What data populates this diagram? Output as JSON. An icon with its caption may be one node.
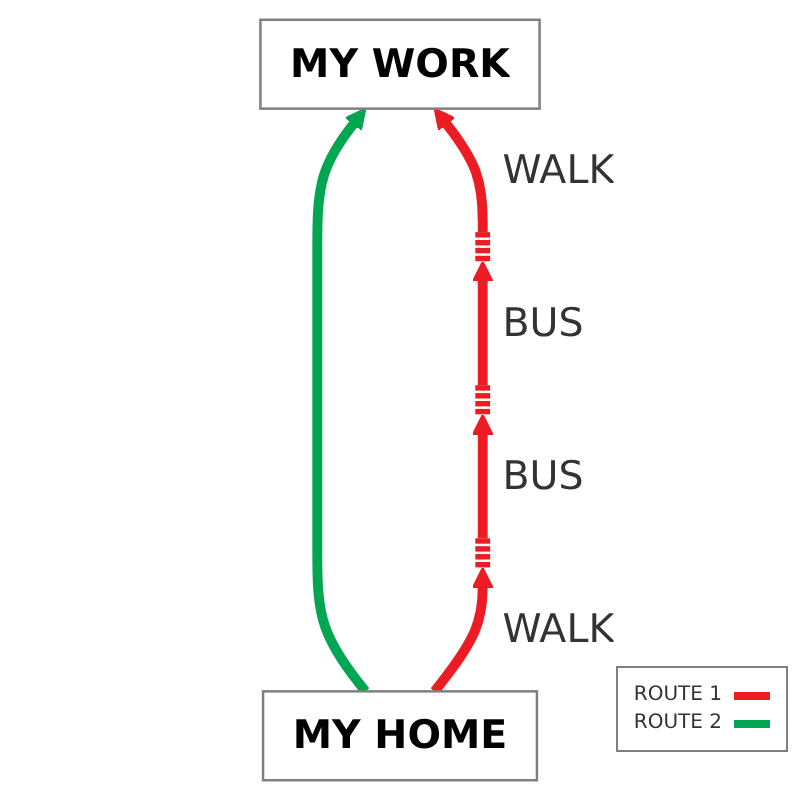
{
  "diagram": {
    "nodes": [
      {
        "text": [
          "MY WORK"
        ]
      },
      {
        "text": [],
        "shape": "bar"
      },
      {
        "text": [],
        "shape": "bar"
      },
      {
        "text": [],
        "shape": "bar"
      },
      {
        "text": [
          "MY HOME"
        ]
      }
    ],
    "edges": [
      {
        "from": 4,
        "to": 0,
        "arrow": "to",
        "color": "#00a651"
      },
      {
        "from": 4,
        "to": 3,
        "arrow": "to",
        "label": "WALK",
        "color": "#ed1c24"
      },
      {
        "from": 3,
        "to": 2,
        "arrow": "to",
        "label": "BUS",
        "color": "#ed1c24"
      },
      {
        "from": 2,
        "to": 1,
        "arrow": "to",
        "label": "BUS",
        "color": "#ed1c24"
      },
      {
        "from": 1,
        "to": 0,
        "arrow": "to",
        "label": "WALK",
        "color": "#ed1c24"
      }
    ],
    "legend": [
      {
        "text": "ROUTE 1",
        "color": "#ed1c24"
      },
      {
        "text": "ROUTE 2",
        "color": "#00a651"
      }
    ]
  }
}
